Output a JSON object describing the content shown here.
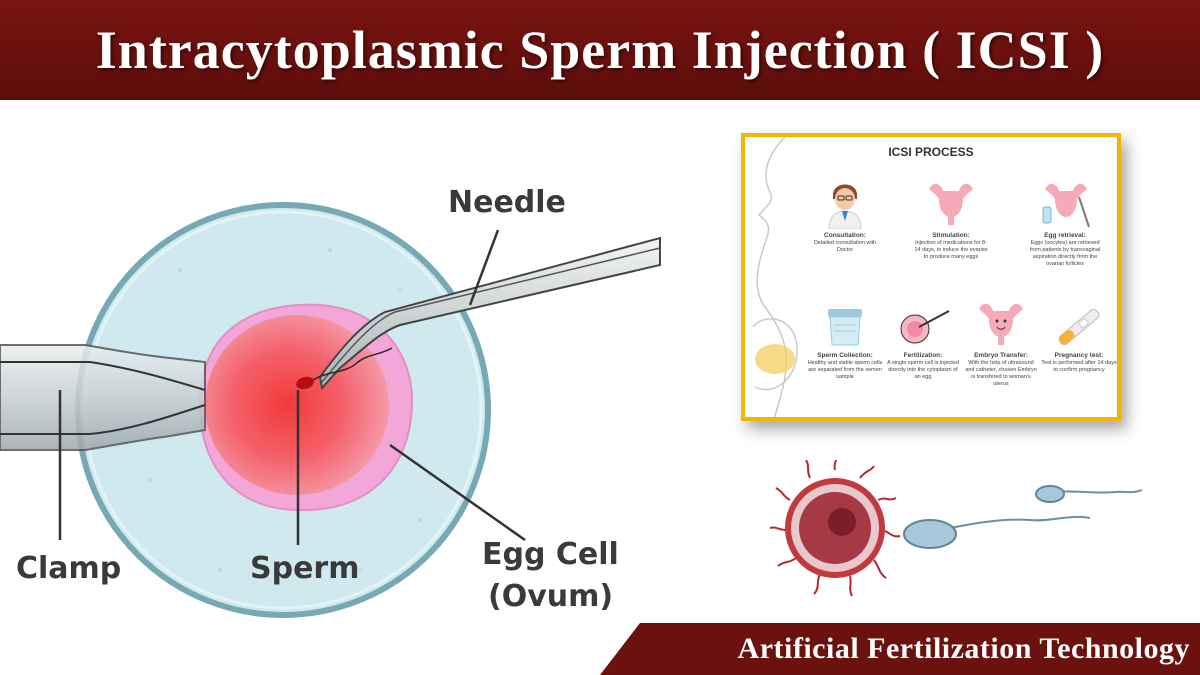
{
  "header": {
    "title": "Intracytoplasmic Sperm Injection ( ICSI )"
  },
  "diagram": {
    "labels": {
      "needle": "Needle",
      "clamp": "Clamp",
      "sperm": "Sperm",
      "egg_cell": "Egg Cell",
      "ovum": "(Ovum)"
    }
  },
  "process_card": {
    "title": "ICSI PROCESS",
    "steps": [
      {
        "title": "Consultation:",
        "desc": "Detailed consultation with Doctor",
        "icon": "doctor-icon"
      },
      {
        "title": "Stimulation:",
        "desc": "Injection of medications for 8-14 days, to induce the ovaries to produce many eggs",
        "icon": "uterus-icon"
      },
      {
        "title": "Egg retrieval:",
        "desc": "Eggs (oocytes) are retrieved from patients by transvaginal aspiration directly from the ovarian follicles",
        "icon": "uterus-needle-icon"
      },
      {
        "title": "Sperm Collection:",
        "desc": "Healthy and viable sperm cells are separated from the semen sample",
        "icon": "sample-cup-icon"
      },
      {
        "title": "Fertilization:",
        "desc": "A single sperm cell is injected directly into the cytoplasm of an egg",
        "icon": "injection-icon"
      },
      {
        "title": "Embryo Transfer:",
        "desc": "With the help of ultrasound and catheter, chosen Embryo is transfered to woman's uterus",
        "icon": "happy-uterus-icon"
      },
      {
        "title": "Pregnancy test:",
        "desc": "Test is performed after 14 days to confirm pregnancy",
        "icon": "pregnancy-test-icon"
      }
    ]
  },
  "footer": {
    "text": "Artificial Fertilization Technology"
  },
  "colors": {
    "banner": "#6b110e",
    "card_border": "#f4b400",
    "egg": "#e8333f",
    "dish": "#cfe9ef"
  }
}
